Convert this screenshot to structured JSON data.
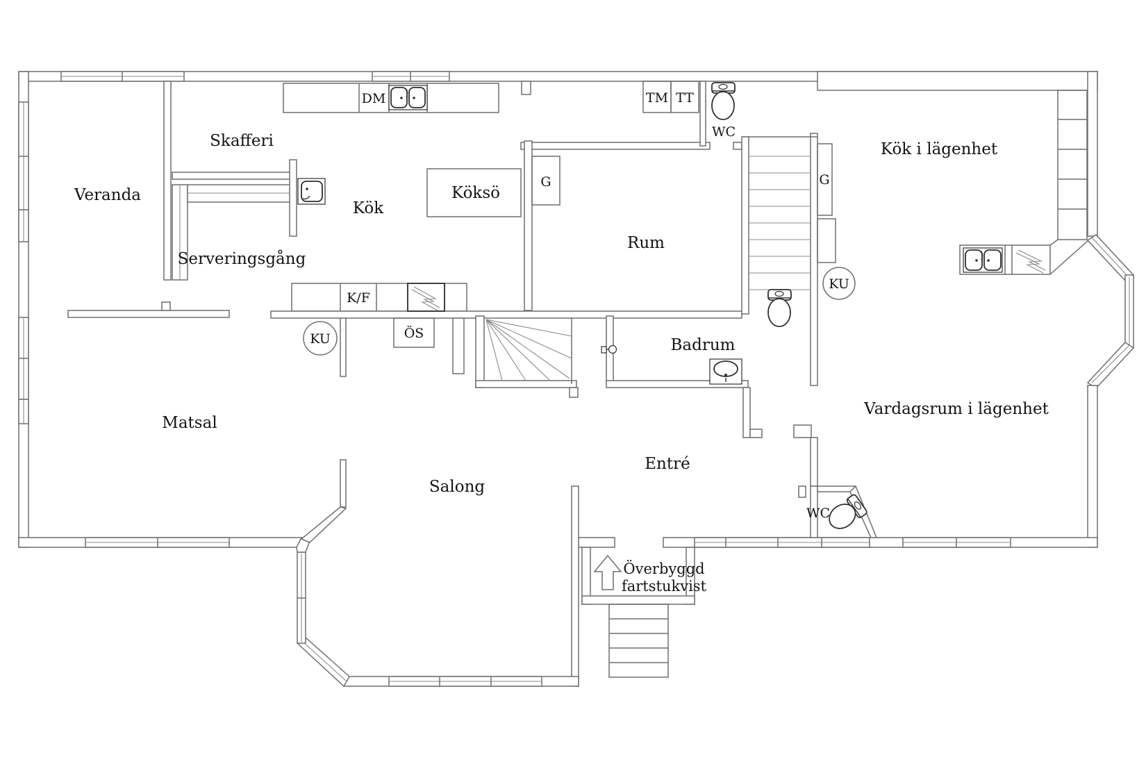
{
  "meta": {
    "type": "architectural floor plan",
    "language": "Swedish",
    "background_color": "#ffffff",
    "wall_color": "#6f6f6f",
    "fixture_color": "#2f2f2f",
    "text_color": "#141414"
  },
  "rooms": {
    "veranda": "Veranda",
    "skafferi": "Skafferi",
    "kok": "Kök",
    "serveringsgang": "Serveringsgång",
    "kokso": "Köksö",
    "rum": "Rum",
    "matsal": "Matsal",
    "salong": "Salong",
    "entre": "Entré",
    "badrum": "Badrum",
    "kok_i_lagenhet": "Kök i lägenhet",
    "vardagsrum_i_lagenhet": "Vardagsrum i lägenhet"
  },
  "small_labels": {
    "dm": "DM",
    "tm": "TM",
    "tt": "TT",
    "wc_top": "WC",
    "wc_bottom": "WC",
    "g_left": "G",
    "g_right": "G",
    "ku_left": "KU",
    "ku_right": "KU",
    "kf": "K/F",
    "os": "ÖS"
  },
  "porch": {
    "line1": "Överbyggd",
    "line2": "fartstukvist"
  },
  "icons": {
    "arrow_up": "entrance-arrow-up-icon",
    "toilets": [
      "toilet-icon-wc-top",
      "toilet-icon-under-stairs",
      "toilet-icon-wc-bottom"
    ],
    "sinks": [
      "single-sink-icon-kok",
      "double-sink-icon-top-counter",
      "double-sink-icon-apartment-kitchen",
      "bathroom-basin-icon"
    ],
    "stoves": [
      "stove-icon-kok",
      "stove-icon-apartment-kitchen"
    ],
    "shower": "shower-head-icon",
    "stairs": [
      "main-staircase",
      "winder-staircase",
      "porch-steps"
    ]
  }
}
